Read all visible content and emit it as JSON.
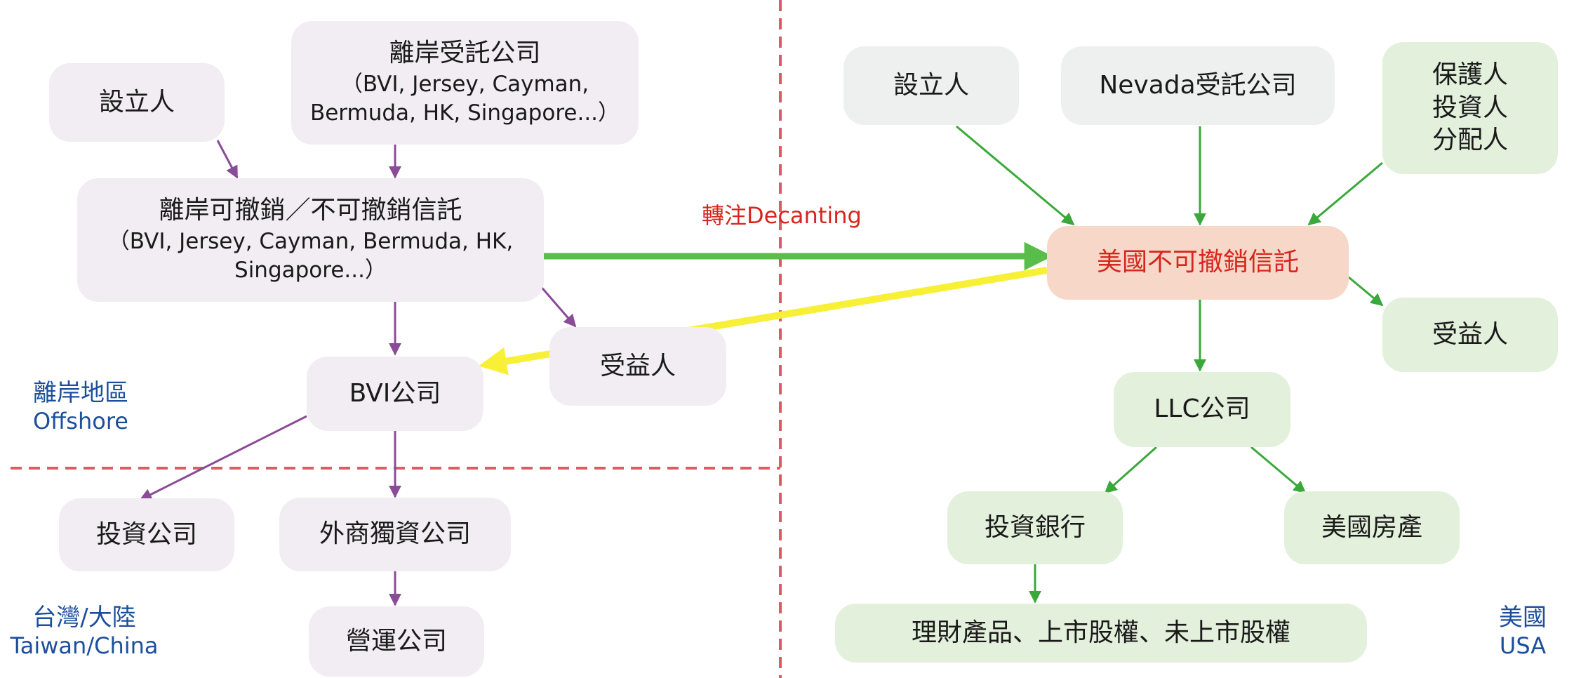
{
  "colors": {
    "purple_arrow": "#8a4b97",
    "green_arrow": "#3aa83a",
    "thick_green": "#59bd4a",
    "yellow_arrow": "#f7f037",
    "divider": "#e05a64",
    "region_text": "#1d4f9c",
    "highlight_text": "#d6261e"
  },
  "offshore": {
    "settlor": "設立人",
    "trustee_title": "離岸受託公司",
    "trustee_sub1": "（BVI, Jersey, Cayman,",
    "trustee_sub2": "Bermuda, HK, Singapore...）",
    "trust_title": "離岸可撤銷／不可撤銷信託",
    "trust_sub1": "（BVI, Jersey, Cayman, Bermuda, HK,",
    "trust_sub2": "Singapore...）",
    "beneficiary": "受益人",
    "bvi_company": "BVI公司"
  },
  "taiwan": {
    "investment_company": "投資公司",
    "foreign_owned": "外商獨資公司",
    "operating_company": "營運公司"
  },
  "us": {
    "settlor": "設立人",
    "nevada_trustee": "Nevada受託公司",
    "roles": [
      "保護人",
      "投資人",
      "分配人"
    ],
    "us_trust": "美國不可撤銷信託",
    "beneficiary": "受益人",
    "llc": "LLC公司",
    "investment_bank": "投資銀行",
    "us_real_estate": "美國房產",
    "financial_products": "理財產品、上市股權、未上市股權"
  },
  "decanting_label": "轉注Decanting",
  "regions": {
    "offshore_zh": "離岸地區",
    "offshore_en": "Offshore",
    "taiwan_zh": "台灣/大陸",
    "taiwan_en": "Taiwan/China",
    "us_zh": "美國",
    "us_en": "USA"
  }
}
